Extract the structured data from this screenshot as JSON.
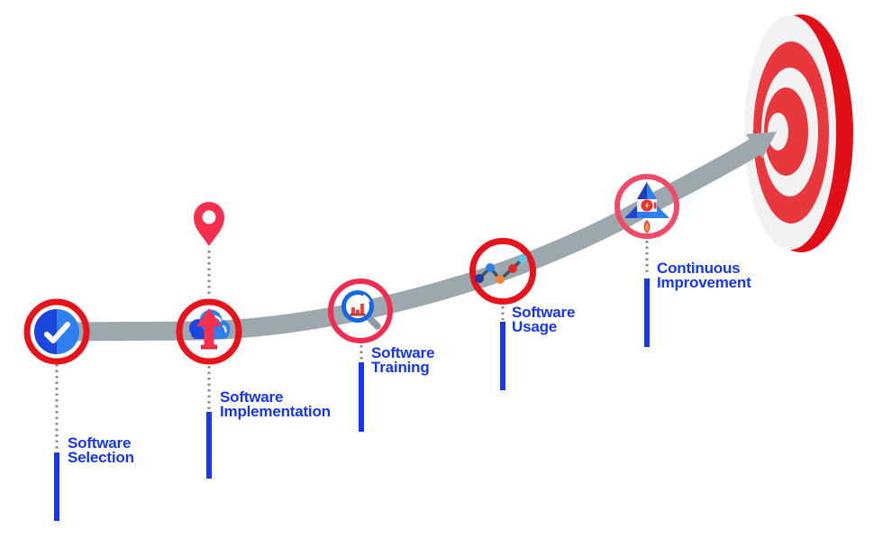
{
  "milestones": [
    {
      "icon": "check-circle-icon",
      "label_line1": "Software",
      "label_line2": "Selection"
    },
    {
      "icon": "cloud-upload-icon",
      "marker_icon": "location-pin-icon",
      "label_line1": "Software",
      "label_line2": "Implementation"
    },
    {
      "icon": "magnifier-bar-chart-icon",
      "label_line1": "Software",
      "label_line2": "Training"
    },
    {
      "icon": "trend-line-chart-icon",
      "label_line1": "Software",
      "label_line2": "Usage"
    },
    {
      "icon": "rocket-icon",
      "label_line1": "Continuous",
      "label_line2": "Improvement"
    }
  ],
  "goal_icon": "bullseye-target-icon",
  "path_icon": "curved-arrow-path",
  "colors": {
    "path_gray": "#9DA8AE",
    "ring_red": "#E8121B",
    "ring_pink": "#F22C50",
    "ring_rose": "#F14A69",
    "label_blue": "#1636F2",
    "tick_blue": "#1636F2",
    "dotted_gray": "#8A8A8A",
    "target_ring_red": "#E8383D",
    "target_side_red": "#E20E18",
    "target_white": "#F2F2F2",
    "icon_blue": "#2E7FF0",
    "icon_dark_blue": "#1C46DC",
    "pin_red": "#F5304E",
    "chart_dot_navy": "#2038A0",
    "chart_dot_blue": "#2E7FF0",
    "chart_dot_orange": "#F5823C",
    "chart_dot_red": "#E8242C",
    "chart_dot_cyan": "#5BC8E8",
    "flame_red": "#F04438",
    "flame_orange": "#FFA63C"
  }
}
